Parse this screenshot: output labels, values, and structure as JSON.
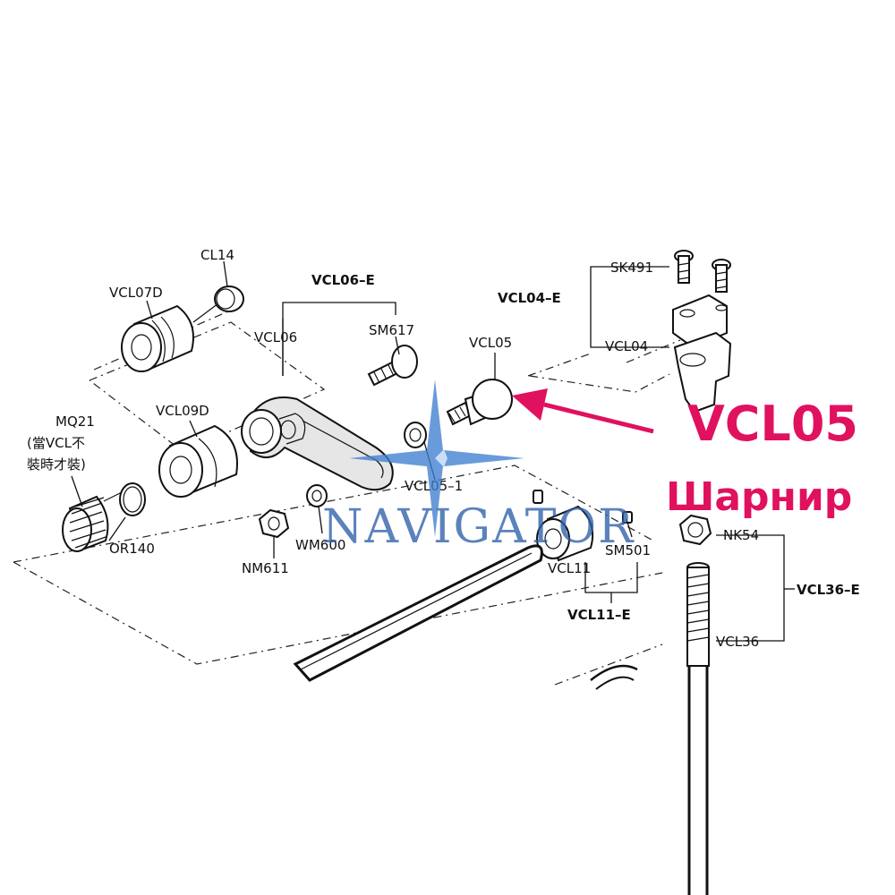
{
  "diagram": {
    "labels": {
      "cl14": "CL14",
      "vcl07d": "VCL07D",
      "vcl06e": "VCL06–E",
      "vcl06": "VCL06",
      "sm617": "SM617",
      "vcl05": "VCL05",
      "sk491": "SK491",
      "vcl04e": "VCL04–E",
      "vcl04": "VCL04",
      "mq21": "MQ21",
      "note_line1": "(當VCL不",
      "note_line2": "裝時才裝)",
      "vcl09d": "VCL09D",
      "vcl05_1": "VCL05–1",
      "or140": "OR140",
      "nm611": "NM611",
      "wm600": "WM600",
      "vcl11": "VCL11",
      "sm501": "SM501",
      "nk54": "NK54",
      "vcl11e": "VCL11–E",
      "vcl36e": "VCL36–E",
      "vcl36": "VCL36"
    },
    "highlight": {
      "title": "VCL05",
      "subtitle": "Шарнир",
      "color": "#e0115f"
    },
    "watermark": {
      "text": "NAVIGATOR",
      "color": "#2e5fa8",
      "star_color": "#3f7fd0"
    }
  }
}
